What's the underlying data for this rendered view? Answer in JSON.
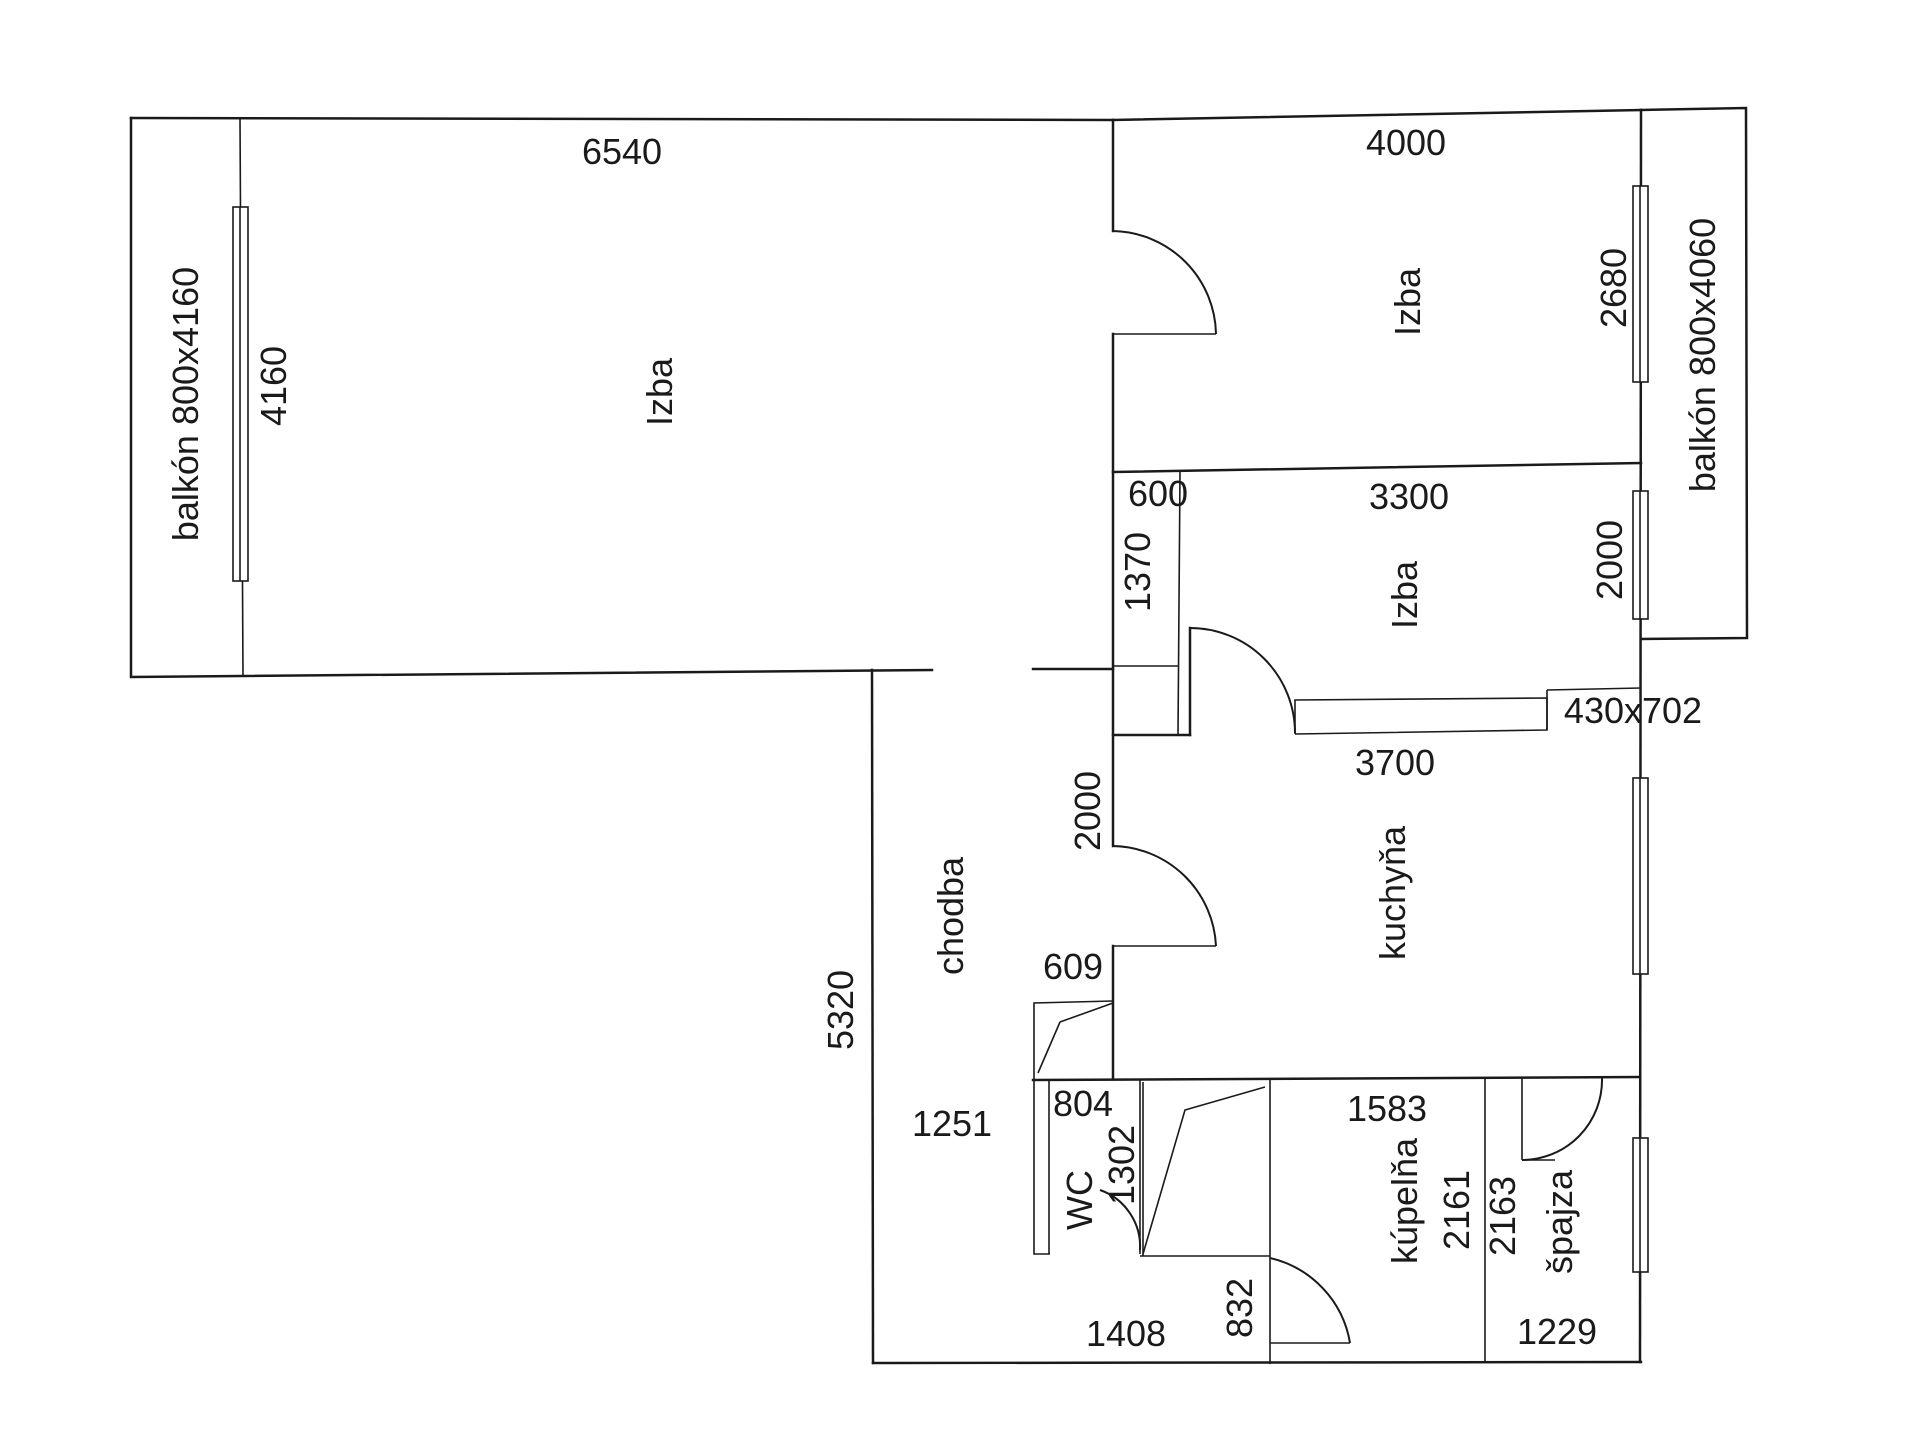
{
  "rooms": {
    "izba_large": "Izba",
    "izba_upper_right": "Izba",
    "izba_middle": "Izba",
    "balkon_left": "balkón 800x4160",
    "balkon_right": "balkón 800x4060",
    "chodba": "chodba",
    "kuchyna": "kuchyňa",
    "wc": "WC",
    "kupelna": "kúpelňa",
    "spajza": "špajza"
  },
  "dimensions": {
    "top_left_width": "6540",
    "top_right_width": "4000",
    "left_window": "4160",
    "right_upper_window": "2680",
    "small_left_width": "600",
    "middle_room_width": "3300",
    "middle_left_height": "1370",
    "middle_right_window": "2000",
    "niche": "430x702",
    "kitchen_width": "3700",
    "kitchen_left_height": "2000",
    "corridor_length": "5320",
    "corridor_notch": "609",
    "corridor_width": "1251",
    "wc_width": "804",
    "wc_height": "1302",
    "bath_width": "1583",
    "bath_height": "2161",
    "pantry_height": "2163",
    "corridor_bottom": "1408",
    "bath_door": "832",
    "pantry_width": "1229"
  }
}
